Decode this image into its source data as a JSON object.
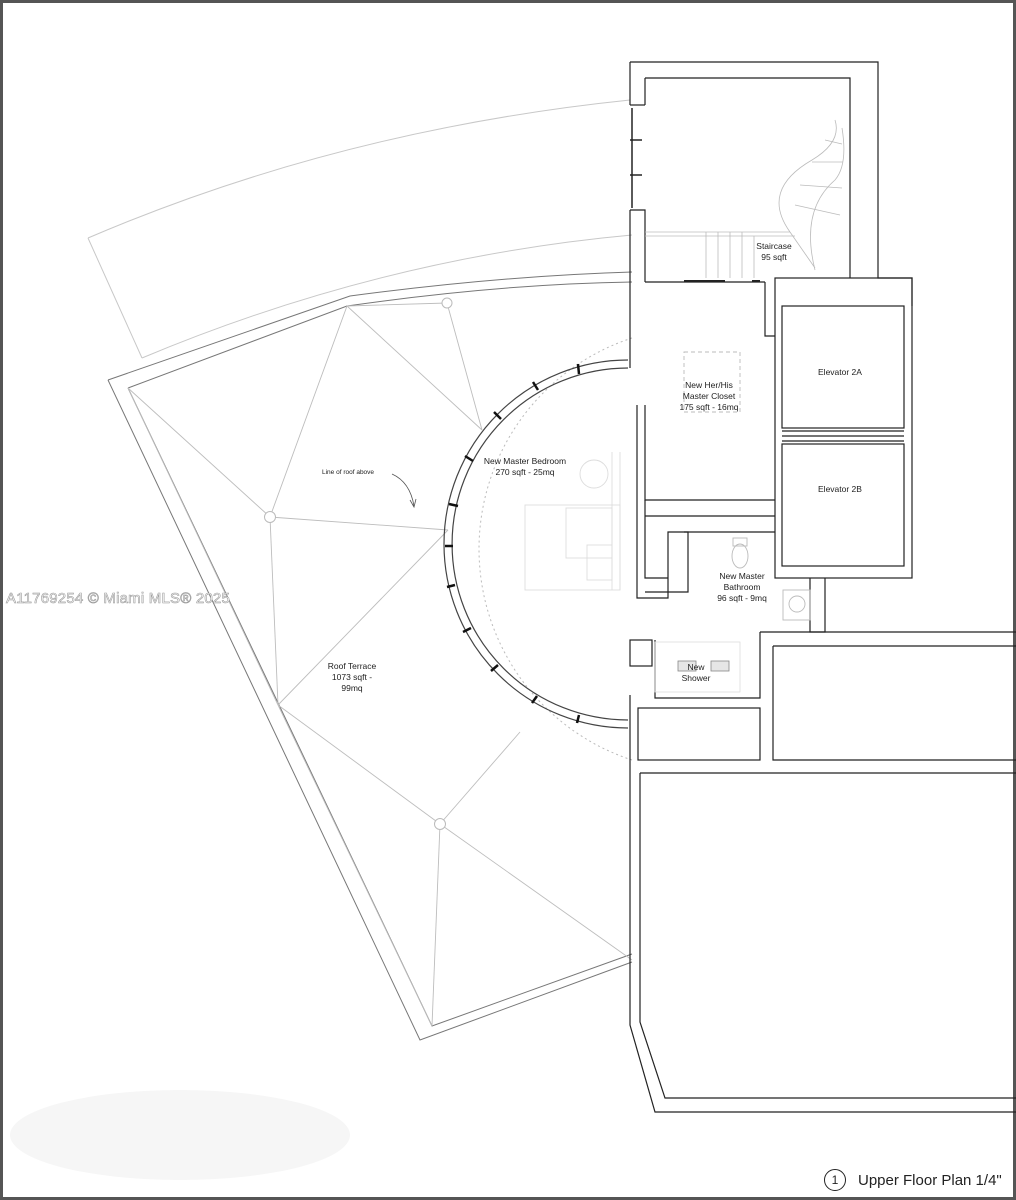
{
  "watermark": "A11769254 © Miami MLS® 2025",
  "drawing_title": {
    "number": "1",
    "text": "Upper Floor Plan 1/4\""
  },
  "rooms": {
    "staircase": {
      "name": "Staircase",
      "area": "95 sqft"
    },
    "elevator_2a": {
      "name": "Elevator 2A"
    },
    "elevator_2b": {
      "name": "Elevator 2B"
    },
    "closet": {
      "name_line1": "New Her/His",
      "name_line2": "Master Closet",
      "area": "175 sqft - 16mq"
    },
    "bedroom": {
      "name": "New Master Bedroom",
      "area": "270 sqft - 25mq"
    },
    "bathroom": {
      "name_line1": "New Master",
      "name_line2": "Bathroom",
      "area": "96 sqft - 9mq"
    },
    "shower": {
      "name_line1": "New",
      "name_line2": "Shower"
    },
    "terrace": {
      "name": "Roof Terrace",
      "area_line1": "1073 sqft -",
      "area_line2": "99mq"
    }
  },
  "annotations": {
    "roof_line": "Line of roof above"
  }
}
